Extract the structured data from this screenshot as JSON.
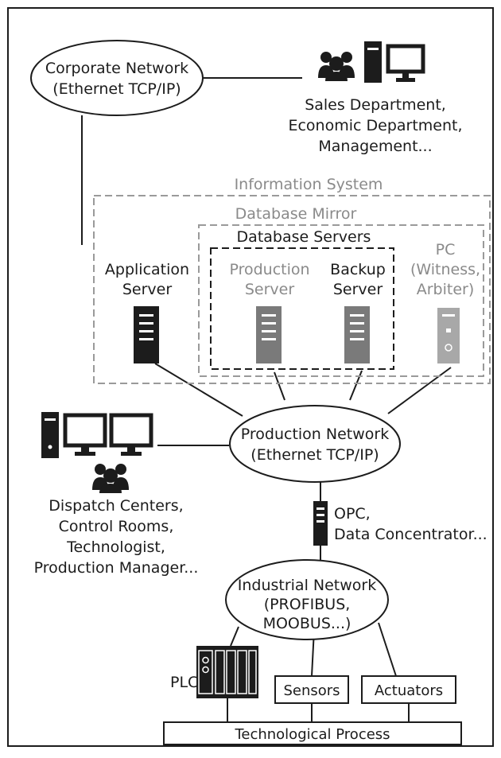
{
  "nodes": {
    "corporate_network": [
      "Corporate Network",
      "(Ethernet TCP/IP)"
    ],
    "sales": [
      "Sales Department,",
      "Economic Department,",
      "Management..."
    ],
    "information_system": "Information System",
    "database_mirror": "Database Mirror",
    "database_servers": "Database Servers",
    "application_server": [
      "Application",
      "Server"
    ],
    "production_server": [
      "Production",
      "Server"
    ],
    "backup_server": [
      "Backup",
      "Server"
    ],
    "witness_pc": [
      "PC",
      "(Witness,",
      "Arbiter)"
    ],
    "production_network": [
      "Production Network",
      "(Ethernet TCP/IP)"
    ],
    "dispatch": [
      "Dispatch Centers,",
      "Control Rooms,",
      "Technologist,",
      "Production Manager..."
    ],
    "opc": [
      "OPC,",
      "Data Concentrator..."
    ],
    "industrial_network": [
      "Industrial Network",
      "(PROFIBUS,",
      "MOOBUS...)"
    ],
    "plc": "PLC",
    "sensors": "Sensors",
    "actuators": "Actuators",
    "technological_process": "Technological Process"
  },
  "colors": {
    "ink": "#1c1c1c",
    "grey_text": "#8a8a8a",
    "dashed_grey": "#9a9a9a",
    "server_dark": "#1c1c1c",
    "server_grey": "#7a7a7a",
    "server_light": "#a8a8a8"
  },
  "icons": [
    "users-icon",
    "desktop-computer-icon",
    "server-icon",
    "plc-icon"
  ]
}
